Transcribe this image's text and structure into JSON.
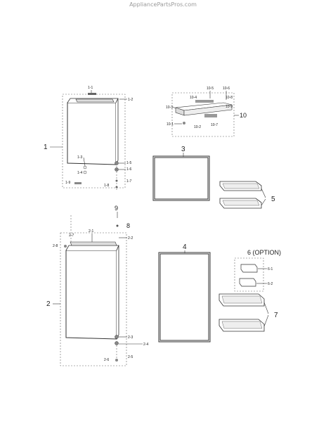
{
  "watermark": "AppliancePartsPros.com",
  "labels": {
    "p1": "1",
    "p1_1": "1-1",
    "p1_2": "1-2",
    "p1_3": "1-3",
    "p1_4": "1-4",
    "p1_5": "1-5",
    "p1_6": "1-6",
    "p1_7": "1-7",
    "p1_8": "1-8",
    "p1_9": "1-9",
    "p2": "2",
    "p2_1": "2-1",
    "p2_2": "2-2",
    "p2_3": "2-3",
    "p2_4": "2-4",
    "p2_5": "2-5",
    "p2_6": "2-6",
    "p2_7": "2-7",
    "p2_8": "2-8",
    "p3": "3",
    "p4": "4",
    "p5": "5",
    "p6": "6 (OPTION)",
    "p6_1": "6-1",
    "p6_2": "6-2",
    "p7": "7",
    "p8": "8",
    "p9": "9",
    "p10": "10",
    "p10_1": "10-1",
    "p10_2": "10-2",
    "p10_3": "10-3",
    "p10_4": "10-4",
    "p10_5": "10-5",
    "p10_6": "10-6",
    "p10_7": "10-7",
    "p10_8": "10-8",
    "p10_9": "10-9"
  }
}
